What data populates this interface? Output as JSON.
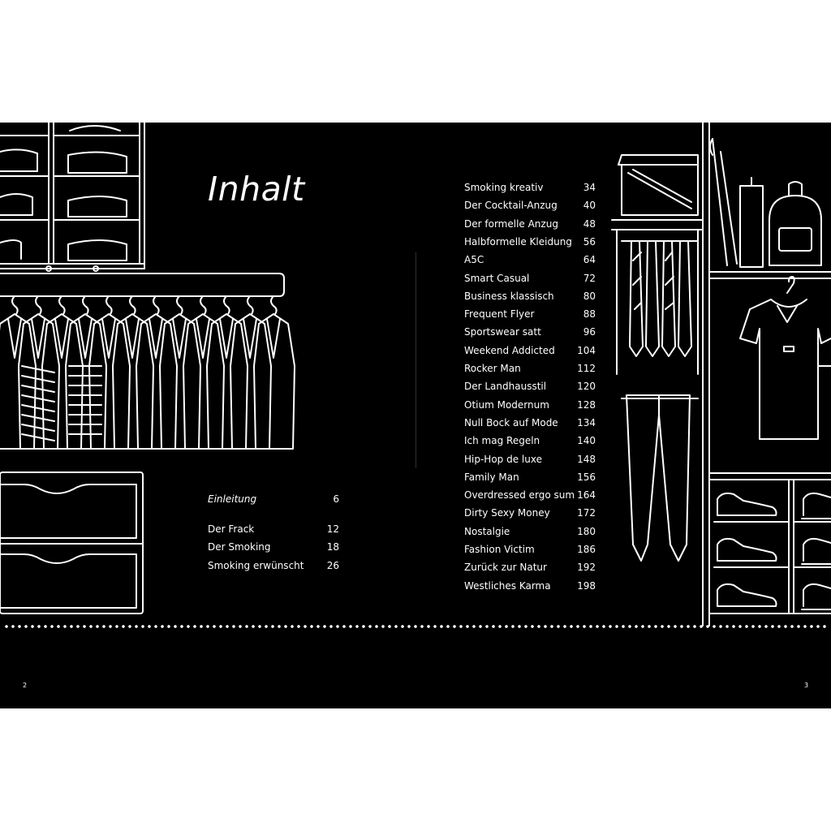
{
  "page": {
    "title": "Inhalt",
    "left_folio": "2",
    "right_folio": "3",
    "colors": {
      "page_background": "#000000",
      "ink": "#ffffff",
      "margin": "#ffffff"
    }
  },
  "toc": {
    "left": [
      {
        "label": "Einleitung",
        "page": "6",
        "italic": true
      },
      {
        "label": "Der Frack",
        "page": "12"
      },
      {
        "label": "Der Smoking",
        "page": "18"
      },
      {
        "label": "Smoking erwünscht",
        "page": "26"
      }
    ],
    "right": [
      {
        "label": "Smoking kreativ",
        "page": "34"
      },
      {
        "label": "Der Cocktail-Anzug",
        "page": "40"
      },
      {
        "label": "Der formelle Anzug",
        "page": "48"
      },
      {
        "label": "Halbformelle Kleidung",
        "page": "56"
      },
      {
        "label": "A5C",
        "page": "64"
      },
      {
        "label": "Smart Casual",
        "page": "72"
      },
      {
        "label": "Business klassisch",
        "page": "80"
      },
      {
        "label": "Frequent Flyer",
        "page": "88"
      },
      {
        "label": "Sportswear satt",
        "page": "96"
      },
      {
        "label": "Weekend Addicted",
        "page": "104"
      },
      {
        "label": "Rocker Man",
        "page": "112"
      },
      {
        "label": "Der Landhausstil",
        "page": "120"
      },
      {
        "label": "Otium Modernum",
        "page": "128"
      },
      {
        "label": "Null Bock auf Mode",
        "page": "134"
      },
      {
        "label": "Ich mag Regeln",
        "page": "140"
      },
      {
        "label": "Hip-Hop de luxe",
        "page": "148"
      },
      {
        "label": "Family Man",
        "page": "156"
      },
      {
        "label": "Overdressed ergo sum",
        "page": "164"
      },
      {
        "label": "Dirty Sexy Money",
        "page": "172"
      },
      {
        "label": "Nostalgie",
        "page": "180"
      },
      {
        "label": "Fashion Victim",
        "page": "186"
      },
      {
        "label": "Zurück zur Natur",
        "page": "192"
      },
      {
        "label": "Westliches Karma",
        "page": "198"
      }
    ]
  },
  "illustrations": {
    "left": "wardrobe-shelves-jackets-drawers",
    "right": "wardrobe-hat-box-ties-trousers-polo-shoes"
  }
}
